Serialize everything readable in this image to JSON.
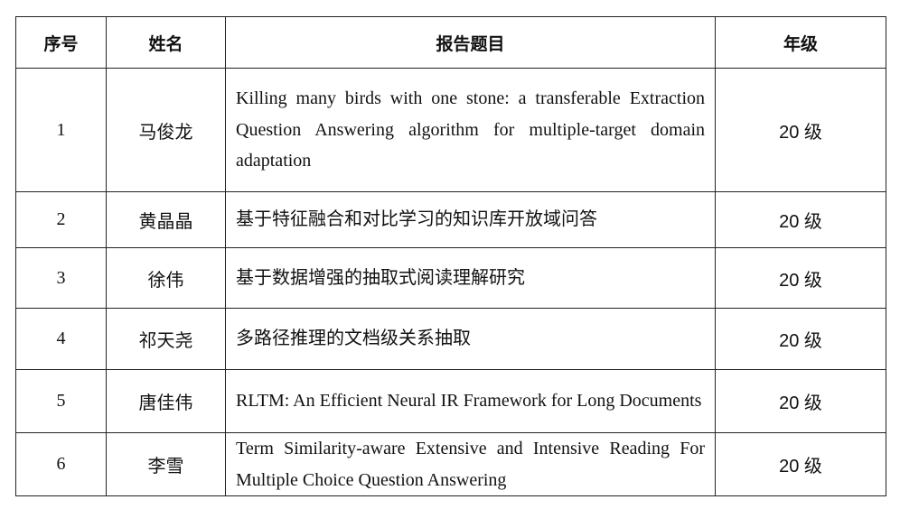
{
  "headers": [
    "序号",
    "姓名",
    "报告题目",
    "年级"
  ],
  "rows": [
    {
      "no": "1",
      "name": "马俊龙",
      "title": "Killing many birds with one stone: a transferable Extraction Question Answering algorithm for multiple-target domain adaptation",
      "grade": "20 级"
    },
    {
      "no": "2",
      "name": "黄晶晶",
      "title": "基于特征融合和对比学习的知识库开放域问答",
      "grade": "20 级"
    },
    {
      "no": "3",
      "name": "徐伟",
      "title": "基于数据增强的抽取式阅读理解研究",
      "grade": "20 级"
    },
    {
      "no": "4",
      "name": "祁天尧",
      "title": "多路径推理的文档级关系抽取",
      "grade": "20 级"
    },
    {
      "no": "5",
      "name": "唐佳伟",
      "title": "RLTM: An Efficient Neural IR Framework for Long Documents",
      "grade": "20 级"
    },
    {
      "no": "6",
      "name": "李雪",
      "title": "Term Similarity-aware Extensive and Intensive Reading For Multiple Choice Question Answering",
      "grade": "20 级"
    }
  ]
}
